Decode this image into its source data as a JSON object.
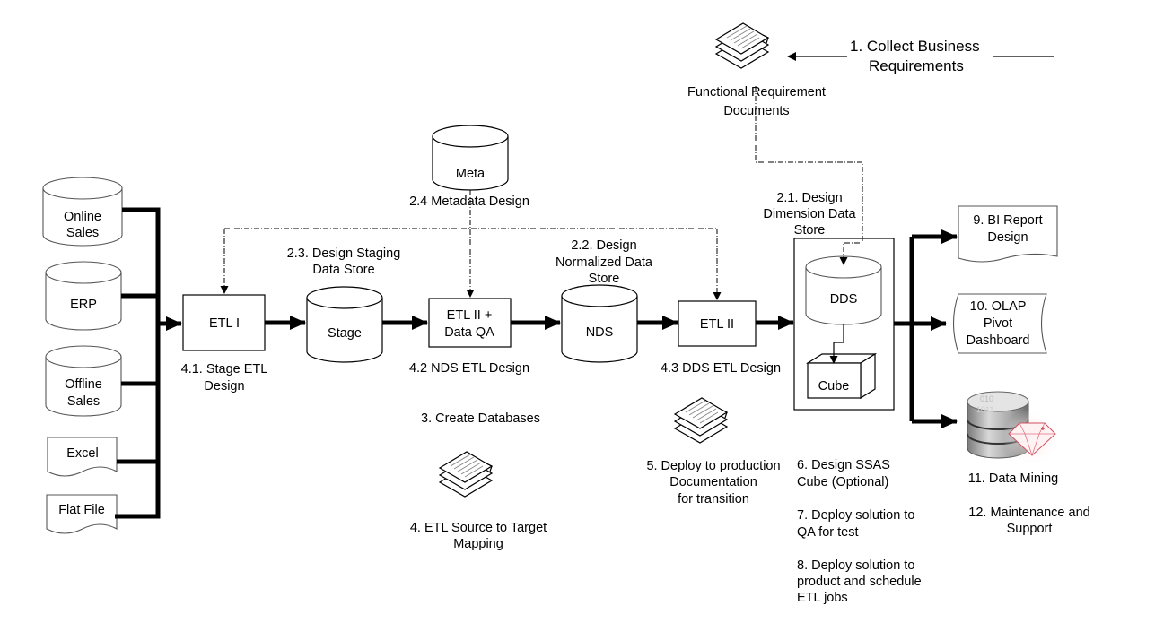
{
  "title": "Data Warehouse Development Process",
  "sources": {
    "online_sales": [
      "Online",
      "Sales"
    ],
    "erp": "ERP",
    "offline_sales": [
      "Offline",
      "Sales"
    ],
    "excel": "Excel",
    "flat_file": "Flat File"
  },
  "step1": [
    "1. Collect Business",
    "Requirements"
  ],
  "functional_docs": [
    "Functional Requirement",
    "Documents"
  ],
  "meta": {
    "label": "Meta",
    "caption": "2.4 Metadata Design"
  },
  "etl1": {
    "label": "ETL I",
    "caption": [
      "4.1. Stage ETL",
      "Design"
    ]
  },
  "stage": {
    "label": "Stage",
    "caption": [
      "2.3. Design Staging",
      "Data Store"
    ]
  },
  "etl2qa": {
    "label": [
      "ETL II +",
      "Data QA"
    ],
    "caption": "4.2 NDS ETL Design"
  },
  "nds": {
    "label": "NDS",
    "caption": [
      "2.2. Design",
      "Normalized Data",
      "Store"
    ]
  },
  "etl2": {
    "label": "ETL II",
    "caption": "4.3 DDS ETL Design"
  },
  "dds": {
    "label": "DDS",
    "caption": [
      "2.1. Design",
      "Dimension Data",
      "Store"
    ]
  },
  "cube": {
    "label": "Cube"
  },
  "step3": "3. Create Databases",
  "step4": [
    "4. ETL Source to Target",
    "Mapping"
  ],
  "step5": [
    "5. Deploy to production",
    "Documentation",
    "for transition"
  ],
  "step6": [
    "6. Design SSAS",
    "Cube (Optional)"
  ],
  "step7": [
    "7. Deploy solution to",
    "QA for test"
  ],
  "step8": [
    "8. Deploy solution to",
    "product and schedule",
    "ETL jobs"
  ],
  "step9": [
    "9. BI Report",
    "Design"
  ],
  "step10": [
    "10. OLAP",
    "Pivot",
    "Dashboard"
  ],
  "step11": "11. Data Mining",
  "step12": [
    "12. Maintenance and",
    "Support"
  ],
  "mining_icon_digits": [
    "010",
    "1011",
    "1010"
  ]
}
